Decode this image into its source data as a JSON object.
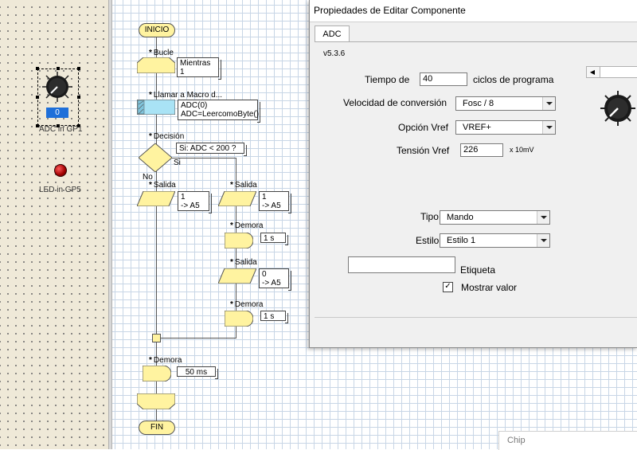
{
  "left_panel": {
    "adc_knob": {
      "value": "0",
      "label": "ADC in GP1"
    },
    "led": {
      "label": "LED in GP5"
    }
  },
  "flowchart": {
    "start": "INICIO",
    "end": "FIN",
    "loop": {
      "title": "Bucle",
      "note_line1": "Mientras",
      "note_line2": "1"
    },
    "macro": {
      "title": "Llamar a Macro d...",
      "note_line1": "ADC(0)",
      "note_line2": "ADC=LeercomoByte()"
    },
    "decision": {
      "title": "Decisión",
      "condition": "Si: ADC < 200 ?",
      "yes": "Si",
      "no": "No"
    },
    "output_left": {
      "title": "Salida",
      "note_line1": "1",
      "note_line2": "-> A5"
    },
    "output_right_1": {
      "title": "Salida",
      "note_line1": "1",
      "note_line2": "-> A5"
    },
    "delay_right_1": {
      "title": "Demora",
      "note": "1 s"
    },
    "output_right_2": {
      "title": "Salida",
      "note_line1": "0",
      "note_line2": "-> A5"
    },
    "delay_right_2": {
      "title": "Demora",
      "note": "1 s"
    },
    "delay_bottom": {
      "title": "Demora",
      "note": "50 ms"
    }
  },
  "dialog": {
    "title": "Propiedades de Editar Componente",
    "tab": "ADC",
    "version": "v5.3.6",
    "tiempo": {
      "label": "Tiempo de",
      "value": "40",
      "suffix": "ciclos de programa"
    },
    "velocidad": {
      "label": "Velocidad de conversión",
      "value": "Fosc / 8"
    },
    "vref": {
      "label": "Opción Vref",
      "value": "VREF+"
    },
    "tension": {
      "label": "Tensión Vref",
      "value": "226",
      "unit": "x 10mV"
    },
    "tipo": {
      "label": "Tipo",
      "value": "Mando"
    },
    "estilo": {
      "label": "Estilo",
      "value": "Estilo 1"
    },
    "etiqueta": {
      "label": "Etiqueta",
      "value": ""
    },
    "mostrar": {
      "label": "Mostrar valor",
      "checked": true,
      "mark": "✓"
    }
  },
  "chip_panel": {
    "label": "Chip"
  },
  "colors": {
    "selection": "#1e6fd9",
    "flow_fill": "#fff3a0",
    "macro_fill": "#a9e3f5"
  }
}
